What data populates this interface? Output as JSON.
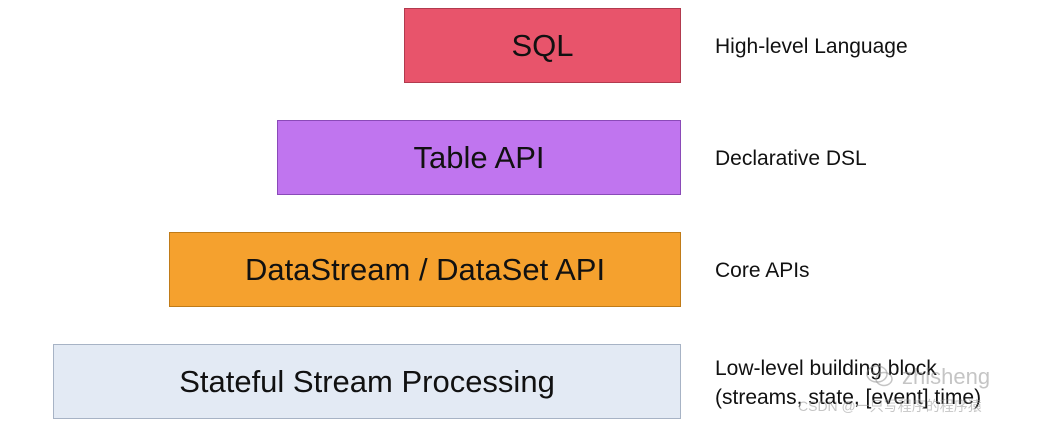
{
  "layers": [
    {
      "label": "SQL",
      "description": "High-level Language",
      "color": "#e8546b"
    },
    {
      "label": "Table API",
      "description": "Declarative DSL",
      "color": "#c075ef"
    },
    {
      "label": "DataStream / DataSet API",
      "description": "Core APIs",
      "color": "#f5a12e"
    },
    {
      "label": "Stateful Stream Processing",
      "description_line1": "Low-level building block",
      "description_line2": "(streams, state, [event] time)",
      "color": "#e3eaf4"
    }
  ],
  "watermark": {
    "line1": "zhisheng",
    "line2": "CSDN @一只写程序的程序猿"
  }
}
